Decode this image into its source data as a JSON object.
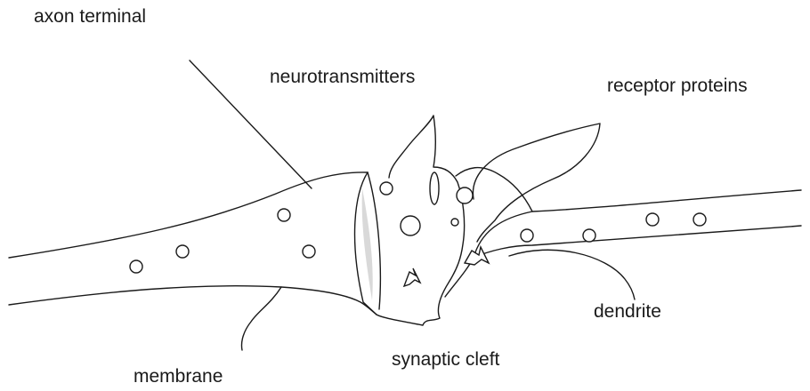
{
  "labels": {
    "axon_terminal": "axon terminal",
    "neurotransmitters": "neurotransmitters",
    "receptor_proteins": "receptor proteins",
    "dendrite": "dendrite",
    "synaptic_cleft": "synaptic cleft",
    "membrane": "membrane"
  },
  "colors": {
    "line": "#1a1a1a",
    "membrane_fill": "#d9d9d9",
    "background": "#ffffff"
  }
}
